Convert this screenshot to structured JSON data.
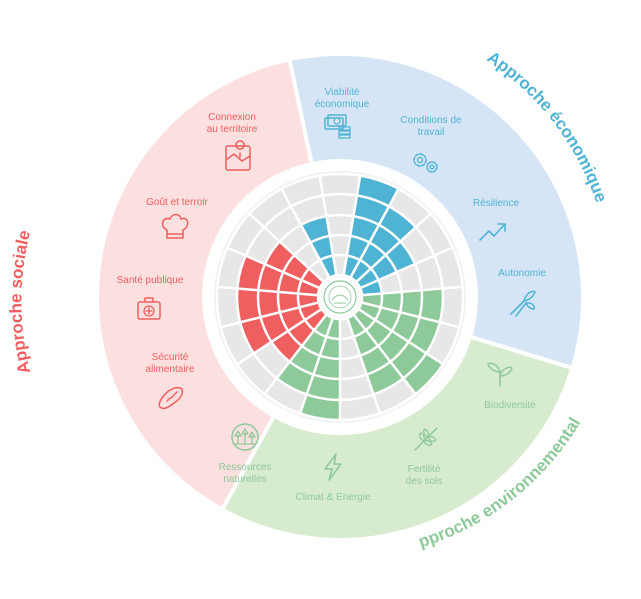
{
  "sections": [
    {
      "key": "social",
      "title": "Approche sociale",
      "color": "#ef5f5f",
      "bg": "#fcdfdf",
      "criteria": [
        {
          "lines": [
            "Connexion",
            "au territoire"
          ],
          "icon": "map-icon"
        },
        {
          "lines": [
            "Goût et terroir"
          ],
          "icon": "chef-hat-icon"
        },
        {
          "lines": [
            "Santé publique"
          ],
          "icon": "first-aid-kit-icon"
        },
        {
          "lines": [
            "Sécurité",
            "alimentaire"
          ],
          "icon": "bread-icon"
        }
      ]
    },
    {
      "key": "economique",
      "title": "Approche économique",
      "color": "#4fb3d4",
      "bg": "#d6e5f5",
      "criteria": [
        {
          "lines": [
            "Viabilité",
            "économique"
          ],
          "icon": "money-icon"
        },
        {
          "lines": [
            "Conditions de",
            "travail"
          ],
          "icon": "gears-icon"
        },
        {
          "lines": [
            "Résilience"
          ],
          "icon": "trend-up-icon"
        },
        {
          "lines": [
            "Autonomie"
          ],
          "icon": "pruning-shears-icon"
        }
      ]
    },
    {
      "key": "environnemental",
      "title": "Approche environnementale",
      "color": "#8ec99a",
      "bg": "#d7ebcf",
      "criteria": [
        {
          "lines": [
            "Biodiversité"
          ],
          "icon": "sprout-icon"
        },
        {
          "lines": [
            "Fertilité",
            "des sols"
          ],
          "icon": "wheat-icon"
        },
        {
          "lines": [
            "Climat & Energie"
          ],
          "icon": "lightning-icon"
        },
        {
          "lines": [
            "Ressources",
            "naturelles"
          ],
          "icon": "forest-icon"
        }
      ]
    }
  ],
  "wheel": {
    "levels": 5,
    "empty_color": "#e7e7e7",
    "spokes": [
      {
        "section": "economique",
        "filled": 0
      },
      {
        "section": "economique",
        "filled": 5
      },
      {
        "section": "economique",
        "filled": 4
      },
      {
        "section": "economique",
        "filled": 3
      },
      {
        "section": "economique",
        "filled": 1
      },
      {
        "section": "environnemental",
        "filled": 4
      },
      {
        "section": "environnemental",
        "filled": 4
      },
      {
        "section": "environnemental",
        "filled": 5
      },
      {
        "section": "environnemental",
        "filled": 4
      },
      {
        "section": "environnemental",
        "filled": 0
      },
      {
        "section": "environnemental",
        "filled": 5
      },
      {
        "section": "environnemental",
        "filled": 4
      },
      {
        "section": "social",
        "filled": 3
      },
      {
        "section": "social",
        "filled": 4
      },
      {
        "section": "social",
        "filled": 4
      },
      {
        "section": "social",
        "filled": 4
      },
      {
        "section": "social",
        "filled": 3
      },
      {
        "section": "social",
        "filled": 0
      },
      {
        "section": "economique",
        "filled": 3
      }
    ]
  },
  "center_logo": "emblem-icon"
}
